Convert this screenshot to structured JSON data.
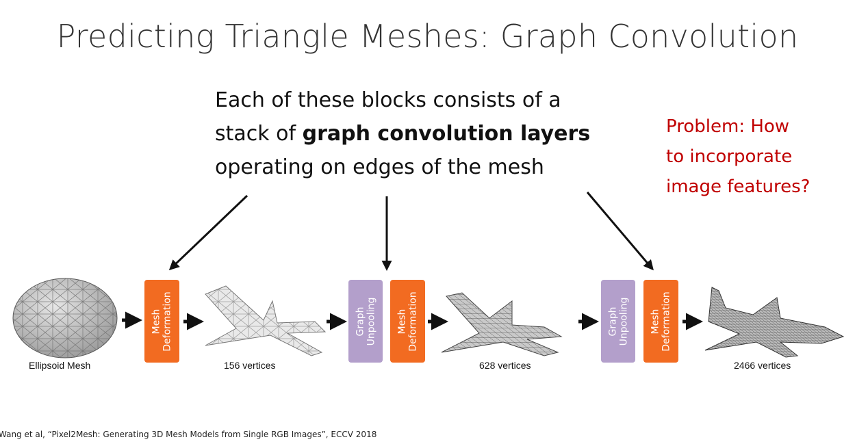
{
  "slide": {
    "title": "Predicting Triangle Meshes: Graph Convolution",
    "callout": {
      "line1": "Each of these blocks consists of a",
      "line2_pre": "stack of ",
      "line2_bold": "graph convolution layers",
      "line3": "operating on edges of the mesh"
    },
    "problem": {
      "line1": "Problem: How",
      "line2": "to incorporate",
      "line3": "image features?"
    },
    "blocks": {
      "deform": "Mesh\nDeformation",
      "unpool": "Graph\nUnpooling"
    },
    "mesh_labels": {
      "ellipsoid": "Ellipsoid Mesh",
      "m1": "156 vertices",
      "m2": "628 vertices",
      "m3": "2466 vertices"
    },
    "citation": "Wang et al, “Pixel2Mesh: Generating 3D Mesh Models from Single RGB Images”, ECCV 2018",
    "colors": {
      "deformation_block": "#f26b21",
      "unpooling_block": "#b39fcb",
      "problem_text": "#c00000"
    }
  }
}
